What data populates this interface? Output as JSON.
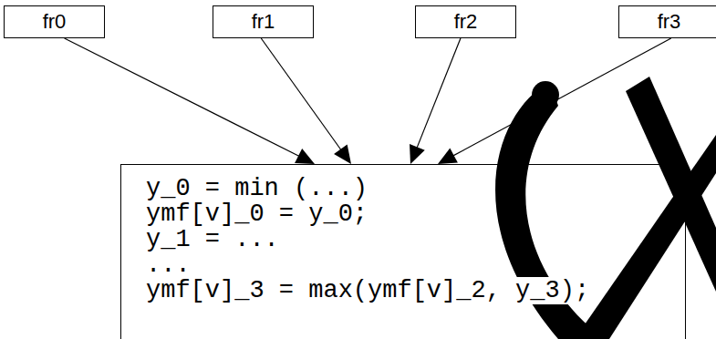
{
  "diagram": {
    "nodes": [
      {
        "text": [
          "fr0"
        ]
      },
      {
        "text": [
          "fr1"
        ]
      },
      {
        "text": [
          "fr2"
        ]
      },
      {
        "text": [
          "fr3"
        ]
      },
      {
        "text": [
          "y_0 = min (...)",
          "ymf[v]_0 = y_0;",
          "y_1 = ...",
          "...",
          "ymf[v]_3 = max(ymf[v]_2, y_3);"
        ]
      }
    ],
    "edges": [
      {
        "from": 0,
        "to": 4,
        "arrow": "to"
      },
      {
        "from": 1,
        "to": 4,
        "arrow": "to"
      },
      {
        "from": 2,
        "to": 4,
        "arrow": "to"
      },
      {
        "from": 3,
        "to": 4,
        "arrow": "to"
      }
    ]
  }
}
